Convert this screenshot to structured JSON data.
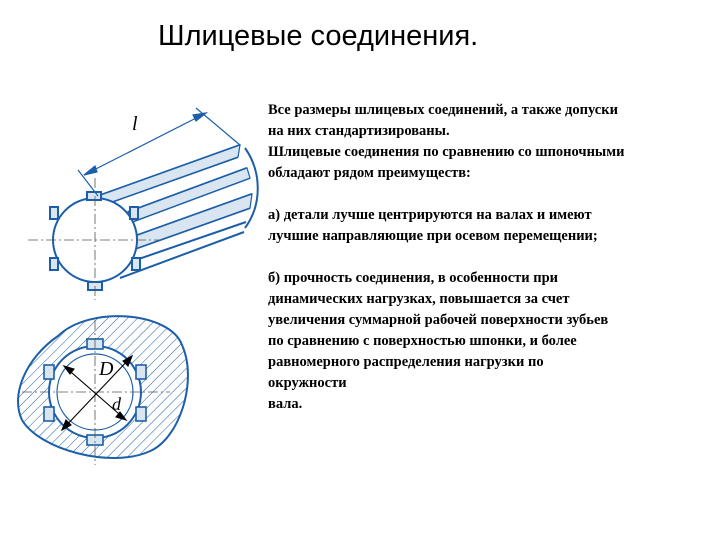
{
  "slide": {
    "title": "Шлицевые соединения.",
    "intro_lines": [
      "Все размеры шлицевых соединений, а также допуски",
      "на них стандартизированы.",
      "Шлицевые соединения по сравнению со шпоночными",
      "обладают рядом преимуществ:"
    ],
    "point_a_lines": [
      "а) детали лучше центрируются на валах и имеют",
      " лучшие направляющие при осевом перемещении;"
    ],
    "point_b_lines": [
      "б) прочность соединения, в особенности при",
      "динамических нагрузках, повышается за счет",
      "увеличения суммарной рабочей поверхности зубьев",
      "по сравнению с поверхностью шпонки, и более",
      " равномерного распределения нагрузки по",
      "окружности",
      "вала."
    ]
  },
  "figure": {
    "length_label": "l",
    "outer_diameter_label": "D",
    "inner_diameter_label": "d",
    "line_color": "#1c5fa8",
    "fill_color": "#d9e6f2"
  }
}
